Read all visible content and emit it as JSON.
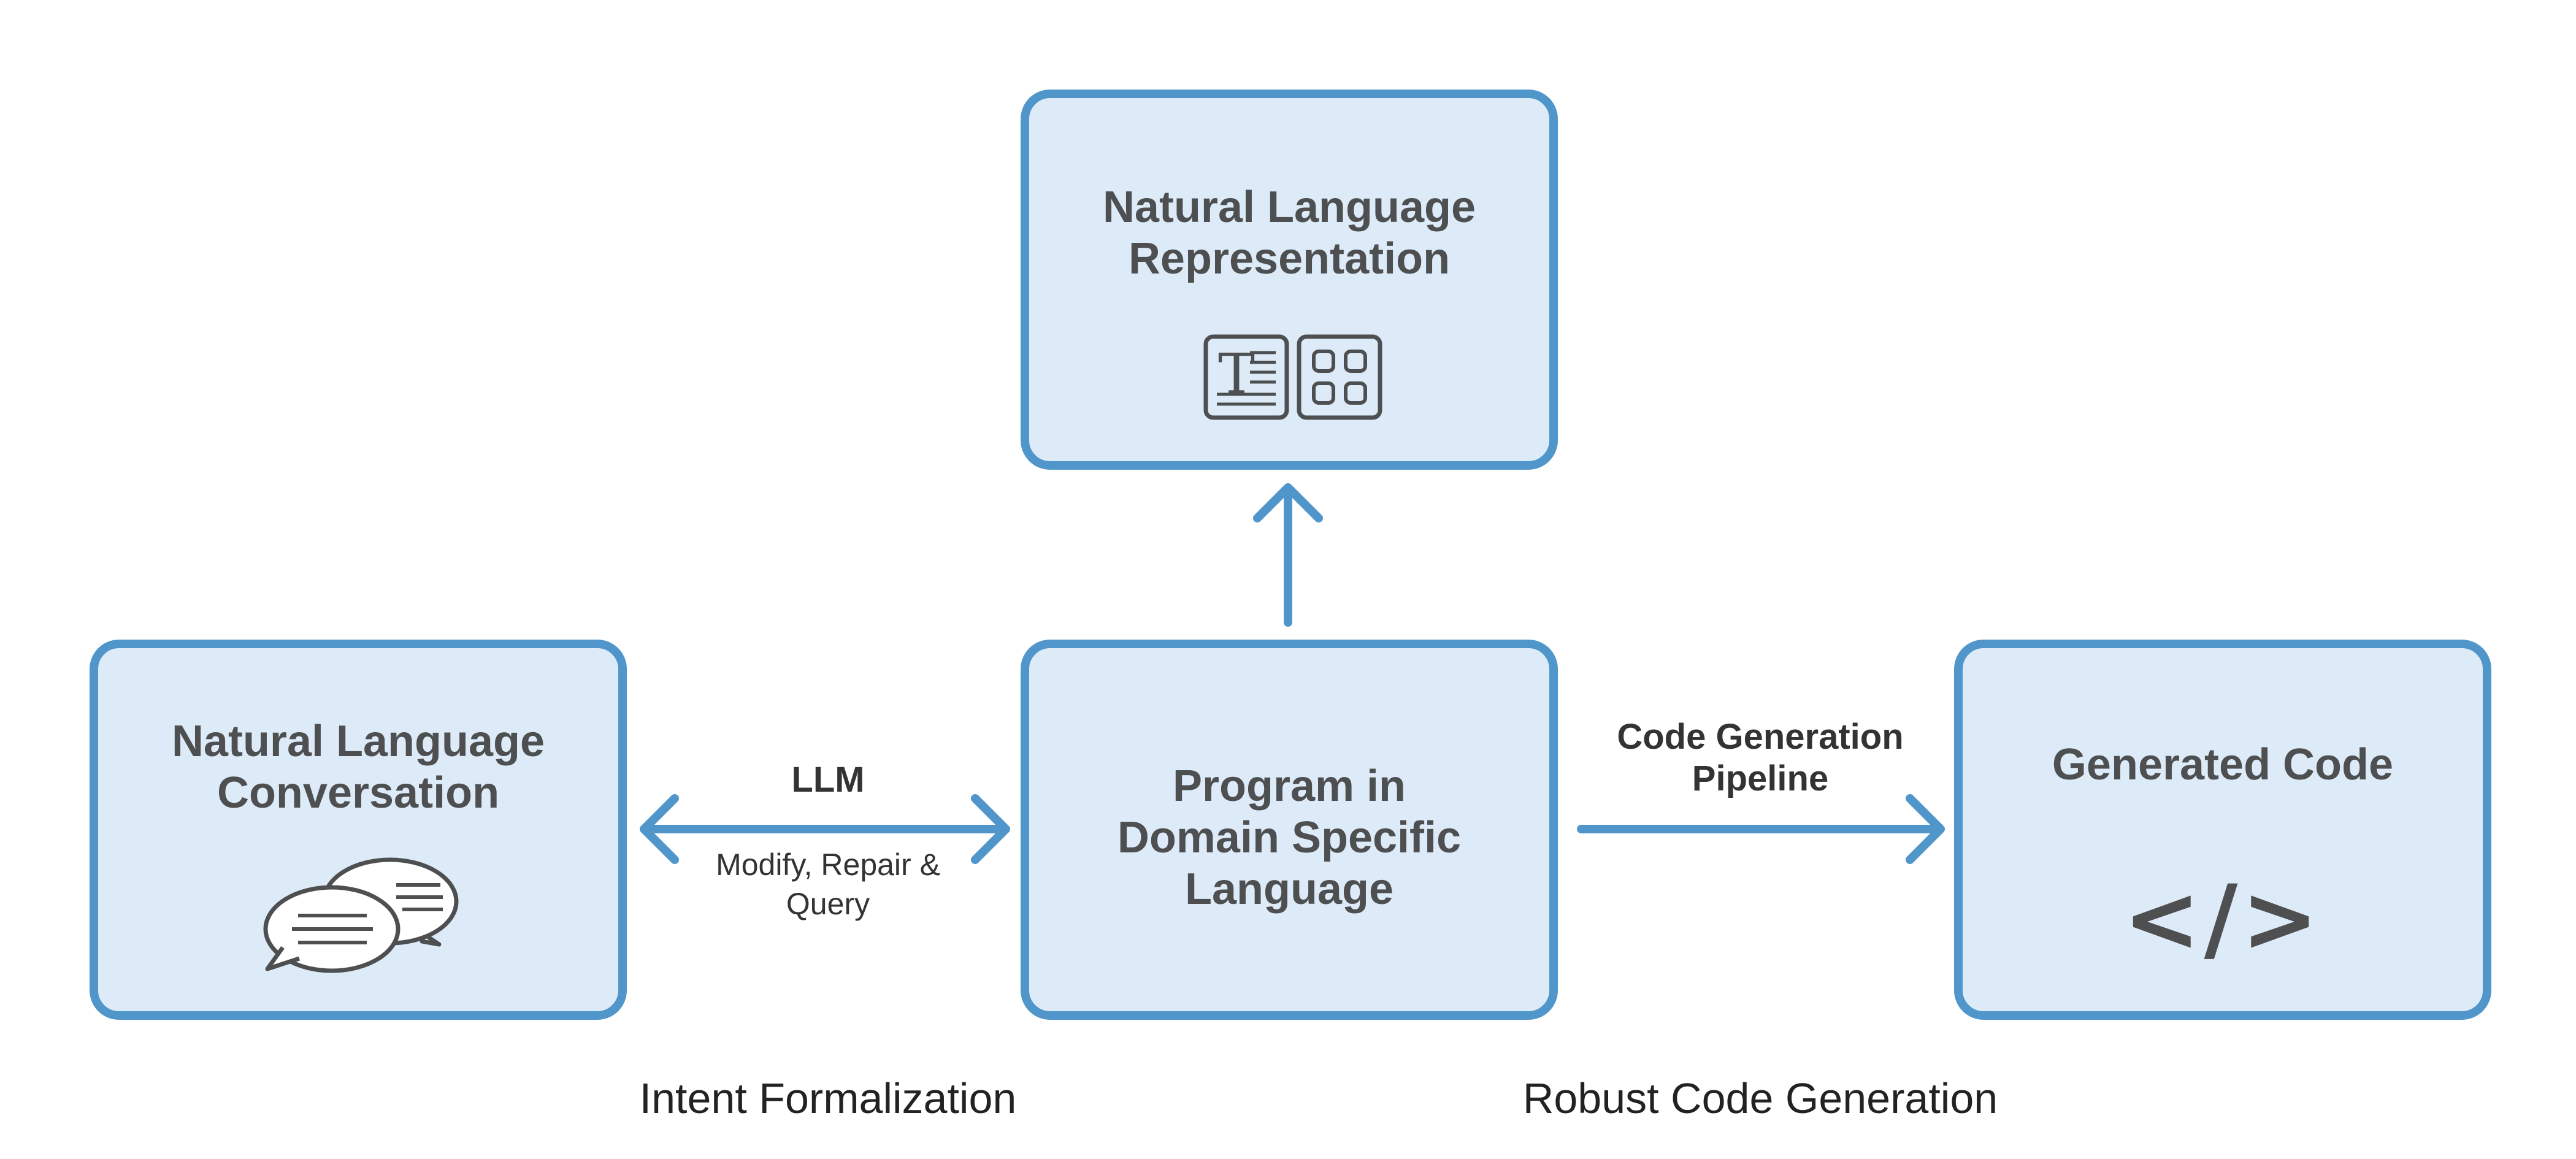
{
  "diagram": {
    "nodes": {
      "nl_representation": {
        "title": "Natural Language\nRepresentation",
        "icons": [
          "text-document-icon",
          "grid-icon"
        ]
      },
      "nl_conversation": {
        "title": "Natural Language\nConversation",
        "icons": [
          "chat-bubbles-icon"
        ]
      },
      "program_dsl": {
        "title": "Program in\nDomain Specific\nLanguage"
      },
      "generated_code": {
        "title": "Generated Code",
        "glyph": "</>"
      }
    },
    "edges": {
      "llm": {
        "label": "LLM",
        "sublabel": "Modify, Repair &\nQuery"
      },
      "code_generation": {
        "label": "Code Generation\nPipeline"
      }
    },
    "sections": {
      "intent": "Intent Formalization",
      "robust": "Robust Code Generation"
    }
  },
  "colors": {
    "box_border": "#5096cb",
    "box_fill": "#ddebf8",
    "arrow": "#5096cb",
    "title_text": "#4e4f51"
  }
}
